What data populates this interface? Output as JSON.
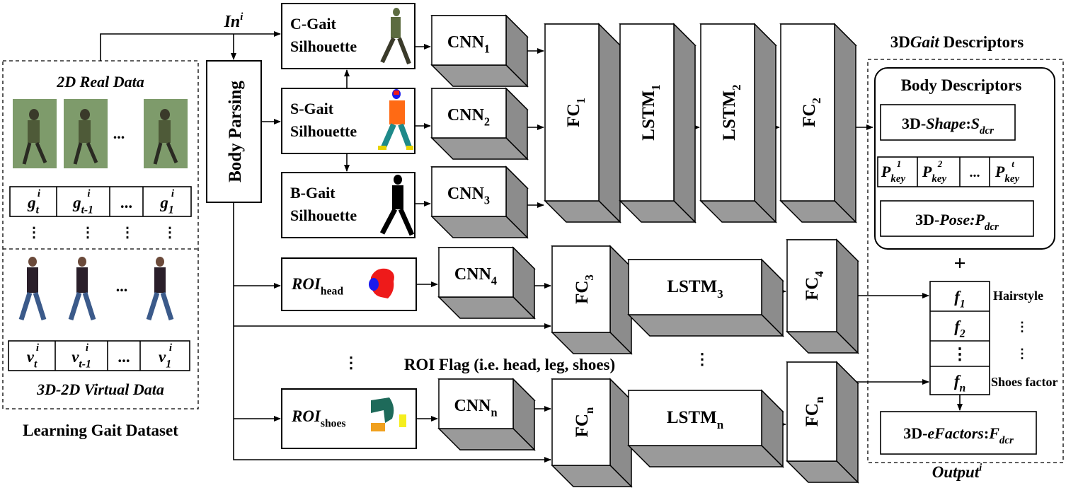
{
  "dataset": {
    "title": "Learning Gait Dataset",
    "real_title": "2D Real Data",
    "virtual_title": "3D-2D Virtual Data",
    "ellipsis": "...",
    "vdots": "⋮",
    "g": [
      {
        "base": "g",
        "sub": "t",
        "sup": "i"
      },
      {
        "base": "g",
        "sub": "t-1",
        "sup": "i"
      },
      {
        "base": "...",
        "sub": "",
        "sup": ""
      },
      {
        "base": "g",
        "sub": "1",
        "sup": "i"
      }
    ],
    "v": [
      {
        "base": "v",
        "sub": "t",
        "sup": "i"
      },
      {
        "base": "v",
        "sub": "t-1",
        "sup": "i"
      },
      {
        "base": "...",
        "sub": "",
        "sup": ""
      },
      {
        "base": "v",
        "sub": "1",
        "sup": "i"
      }
    ]
  },
  "input": {
    "base": "In",
    "sup": "i"
  },
  "body_parsing": "Body Parsing",
  "silhouettes": [
    {
      "line1": "C-Gait",
      "line2": "Silhouette"
    },
    {
      "line1": "S-Gait",
      "line2": "Silhouette"
    },
    {
      "line1": "B-Gait",
      "line2": "Silhouette"
    }
  ],
  "roi": [
    {
      "base": "ROI",
      "sub": "head"
    },
    {
      "base": "ROI",
      "sub": "shoes"
    }
  ],
  "cnn": [
    {
      "base": "CNN",
      "sub": "1"
    },
    {
      "base": "CNN",
      "sub": "2"
    },
    {
      "base": "CNN",
      "sub": "3"
    },
    {
      "base": "CNN",
      "sub": "4"
    },
    {
      "base": "CNN",
      "sub": "n"
    }
  ],
  "fc": [
    {
      "base": "FC",
      "sub": "1"
    },
    {
      "base": "FC",
      "sub": "2"
    },
    {
      "base": "FC",
      "sub": "3"
    },
    {
      "base": "FC",
      "sub": "4"
    },
    {
      "base": "FC",
      "sub": "n"
    },
    {
      "base": "FC",
      "sub": "n"
    }
  ],
  "lstm": [
    {
      "base": "LSTM",
      "sub": "1"
    },
    {
      "base": "LSTM",
      "sub": "2"
    },
    {
      "base": "LSTM",
      "sub": "3"
    },
    {
      "base": "LSTM",
      "sub": "n"
    }
  ],
  "roi_flag": "ROI Flag (i.e. head, leg, shoes)",
  "descriptors": {
    "title_pre": "3D",
    "title_it": "Gait",
    "title_post": " Descriptors",
    "body_title": "Body Descriptors",
    "shape": {
      "pre": "3D-",
      "it": "Shape",
      "colon": ":",
      "var": "S",
      "sub": "dcr"
    },
    "pose": {
      "pre": "3D-",
      "it": "Pose:",
      "var": "P",
      "sub": "dcr"
    },
    "pkeys": [
      {
        "base": "P",
        "sup": "1",
        "sub": "key"
      },
      {
        "base": "P",
        "sup": "2",
        "sub": "key"
      },
      {
        "base": "...",
        "sup": "",
        "sub": ""
      },
      {
        "base": "P",
        "sup": "t",
        "sub": "key"
      }
    ],
    "plus": "+",
    "factors": [
      {
        "base": "f",
        "sub": "1"
      },
      {
        "base": "f",
        "sub": "2"
      },
      {
        "base": "⋮",
        "sub": ""
      },
      {
        "base": "f",
        "sub": "n"
      }
    ],
    "factor_labels": {
      "hairstyle": "Hairstyle",
      "dots": "⋮",
      "shoes": "Shoes factor"
    },
    "efactors": {
      "pre": "3D-",
      "it": "eFactors",
      "colon": ":",
      "var": "F",
      "sub": "dcr"
    },
    "output": {
      "base": "Output",
      "sup": "i"
    }
  }
}
